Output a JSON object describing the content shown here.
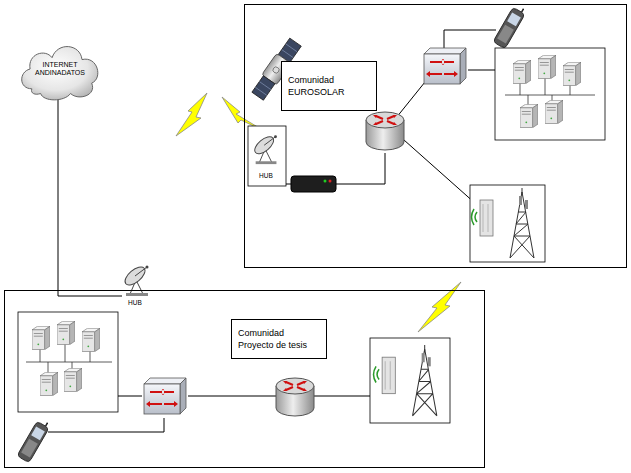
{
  "diagram": {
    "nodes": [
      {
        "text": [
          "INTERNET ANDINADATOS"
        ]
      },
      {
        "text": [
          "Comunidad EUROSOLAR"
        ]
      },
      {
        "text": [
          "Comunidad Proyecto de tesis"
        ]
      }
    ],
    "labels": [
      "HUB",
      "HUB"
    ]
  }
}
